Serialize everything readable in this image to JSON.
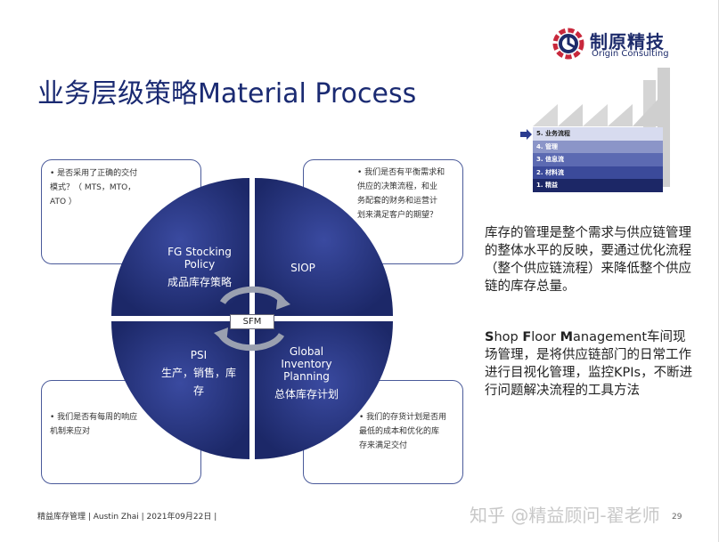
{
  "logo": {
    "cn": "制原精技",
    "en": "Origin Consulting"
  },
  "title": "业务层级策略Material Process",
  "levels": [
    {
      "label": "5. 业务流程"
    },
    {
      "label": "4. 管理"
    },
    {
      "label": "3. 信息流"
    },
    {
      "label": "2. 材料流"
    },
    {
      "label": "1. 精益"
    }
  ],
  "questions": {
    "q1": [
      "• 是否采用了正确的交付",
      "模式？（ MTS，MTO，",
      "ATO ）"
    ],
    "q2": [
      "• 我们是否有平衡需求和",
      "供应的决策流程，和业",
      "务配套的财务和运营计",
      "划来满足客户的期望？"
    ],
    "q3": [
      "• 我们是否有每周的响应",
      "机制来应对"
    ],
    "q4": [
      "• 我们的存货计划是否用",
      "最低的成本和优化的库",
      "存来满足交付"
    ]
  },
  "wheel": {
    "top_left": {
      "en1": "FG Stocking",
      "en2": "Policy",
      "cn": "成品库存策略"
    },
    "top_right": {
      "en": "SIOP"
    },
    "bottom_left": {
      "en": "PSI",
      "cn1": "生产，销售，库",
      "cn2": "存"
    },
    "bottom_right": {
      "en1": "Global",
      "en2": "Inventory",
      "en3": "Planning",
      "cn": "总体库存计划"
    },
    "center": "SFM"
  },
  "para1": "库存的管理是整个需求与供应链管理的整体水平的反映，要通过优化流程（整个供应链流程）来降低整个供应链的库存总量。",
  "para2": {
    "s": "S",
    "hop": "hop ",
    "f": "F",
    "loor": "loor ",
    "m": "M",
    "rest": "anagement车间现场管理，是将供应链部门的日常工作进行目视化管理，监控KPIs，不断进行问题解决流程的工具方法"
  },
  "footer": "精益库存管理 | Austin Zhai | 2021年09月22日 |",
  "watermark": "知乎 @精益顾问-翟老师",
  "page_number": "29",
  "colors": {
    "navy": "#1d2a6e",
    "title": "#1a2a72",
    "logo_red": "#c8283c"
  }
}
